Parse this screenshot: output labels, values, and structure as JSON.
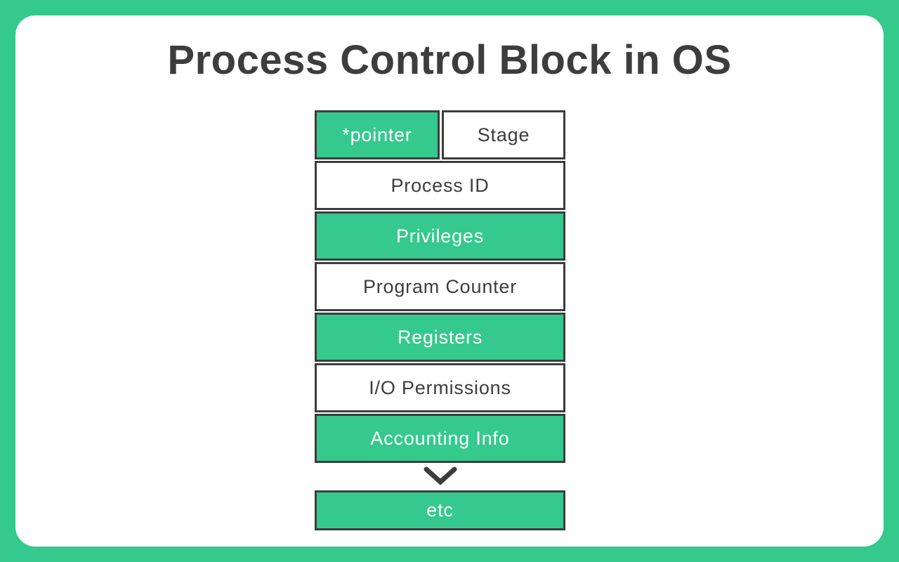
{
  "page": {
    "bg_color": "#35c98d",
    "card_bg": "#ffffff",
    "title": "Process Control Block in OS",
    "title_color": "#3d3d3d",
    "border_color": "#3d3d3d"
  },
  "diagram": {
    "header_row": {
      "cells": [
        {
          "label": "*pointer",
          "variant": "green"
        },
        {
          "label": "Stage",
          "variant": "white"
        }
      ]
    },
    "rows": [
      {
        "label": "Process ID",
        "variant": "white"
      },
      {
        "label": "Privileges",
        "variant": "green"
      },
      {
        "label": "Program Counter",
        "variant": "white"
      },
      {
        "label": "Registers",
        "variant": "green"
      },
      {
        "label": "I/O Permissions",
        "variant": "white"
      },
      {
        "label": "Accounting Info",
        "variant": "green"
      }
    ],
    "arrow": "chevron-down",
    "footer_row": {
      "label": "etc",
      "variant": "green"
    }
  }
}
